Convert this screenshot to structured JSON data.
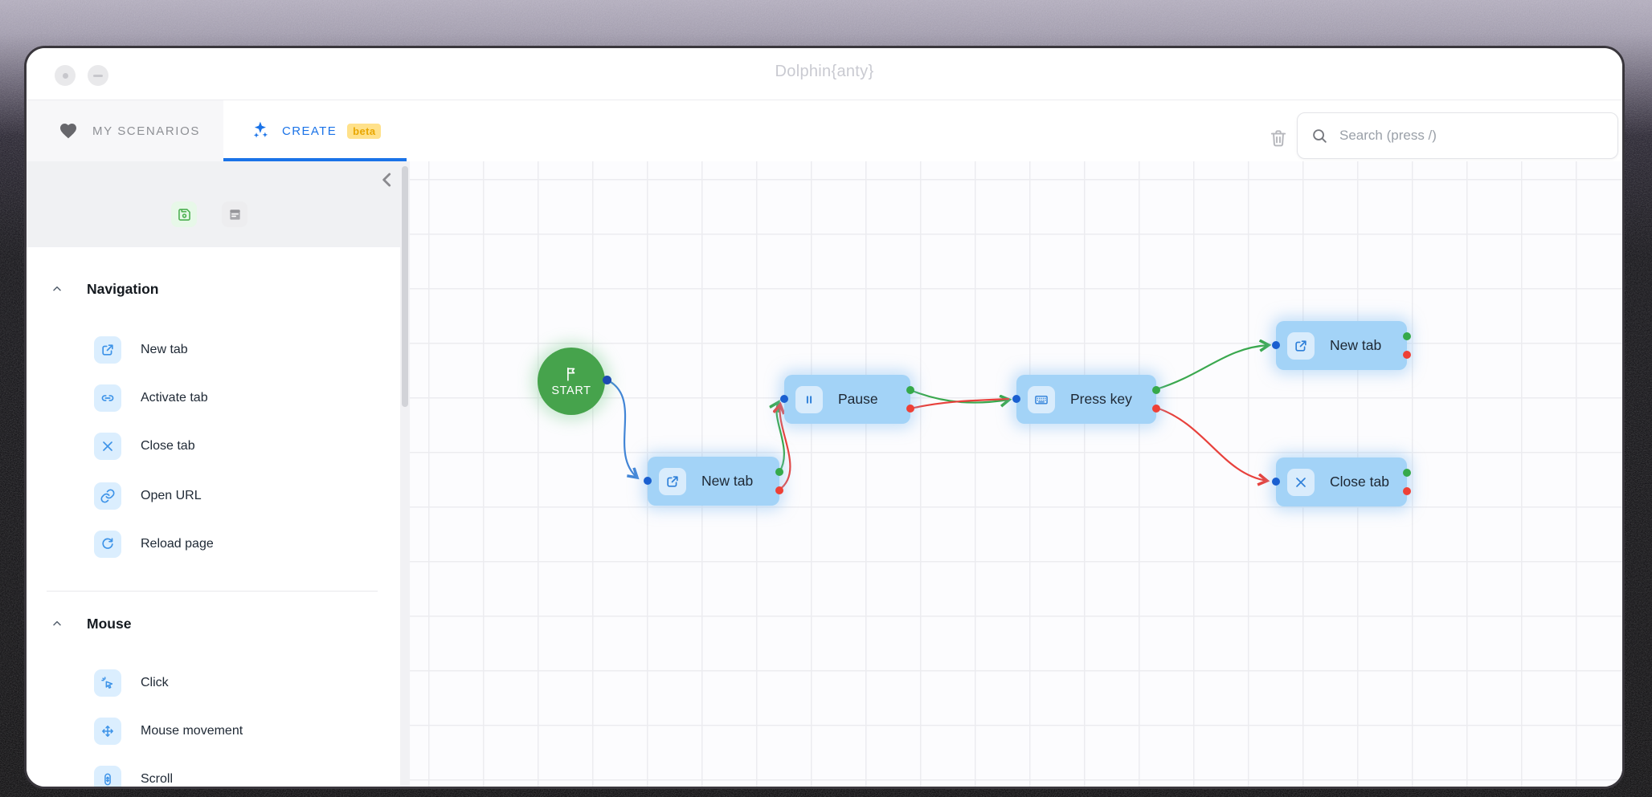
{
  "window": {
    "title": "Dolphin{anty}",
    "controls": [
      "close",
      "minimize"
    ]
  },
  "tabs": {
    "my_scenarios": {
      "label": "MY SCENARIOS",
      "icon": "heart-icon"
    },
    "create": {
      "label": "CREATE",
      "badge": "beta",
      "icon": "sparkles-icon",
      "active": true
    }
  },
  "toolbar": {
    "trash_icon": "trash-icon",
    "search": {
      "placeholder": "Search (press /)",
      "icon": "search-icon"
    }
  },
  "sidebar": {
    "collapse_icon": "chevron-left-icon",
    "quick_actions": [
      {
        "icon": "save-icon"
      },
      {
        "icon": "form-icon"
      }
    ],
    "sections": [
      {
        "title": "Navigation",
        "items": [
          {
            "label": "New tab",
            "icon": "external-link-icon"
          },
          {
            "label": "Activate tab",
            "icon": "link-icon"
          },
          {
            "label": "Close tab",
            "icon": "close-icon"
          },
          {
            "label": "Open URL",
            "icon": "chain-icon"
          },
          {
            "label": "Reload page",
            "icon": "reload-icon"
          }
        ]
      },
      {
        "title": "Mouse",
        "items": [
          {
            "label": "Click",
            "icon": "cursor-click-icon"
          },
          {
            "label": "Mouse movement",
            "icon": "move-icon"
          },
          {
            "label": "Scroll",
            "icon": "scroll-icon"
          }
        ]
      }
    ]
  },
  "canvas": {
    "start_node": {
      "label": "START",
      "icon": "flag-icon",
      "color": "#46a34c"
    },
    "nodes": [
      {
        "label": "New tab",
        "icon": "external-link-icon"
      },
      {
        "label": "Pause",
        "icon": "pause-icon"
      },
      {
        "label": "Press key",
        "icon": "keyboard-icon"
      },
      {
        "label": "New tab",
        "icon": "external-link-icon"
      },
      {
        "label": "Close tab",
        "icon": "close-icon"
      }
    ],
    "colors": {
      "node_fill": "#a3d3f7",
      "icon_chip": "#d9ecfc",
      "icon_glyph": "#2f80d9",
      "edge_blue": "#4285d6",
      "edge_green": "#3aa84e",
      "edge_red": "#e8413c",
      "port_input": "#1a5fd0",
      "port_success": "#36a94a",
      "port_error": "#ee4036"
    }
  },
  "theme": {
    "accent_blue": "#1a73e8",
    "beta_bg": "#ffe18a",
    "beta_text": "#e9a702"
  }
}
